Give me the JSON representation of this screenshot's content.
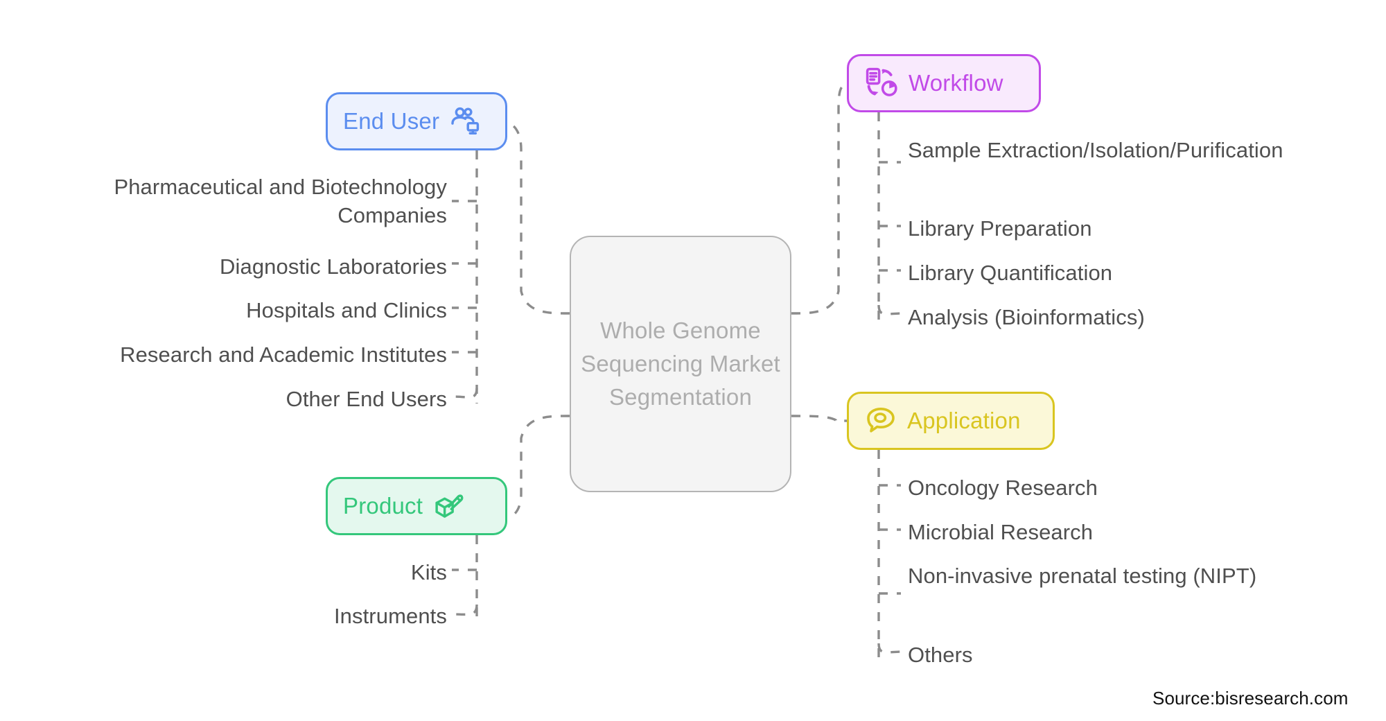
{
  "diagram": {
    "type": "mind-map",
    "title": "Whole Genome Sequencing Market Segmentation",
    "center": {
      "label": "Whole Genome Sequencing Market Segmentation",
      "fill": "#f4f4f4",
      "border": "#b4b4b4",
      "text_color": "#adadad"
    },
    "branches": [
      {
        "id": "end-user",
        "label": "End User",
        "icon": "users-monitor-icon",
        "color": "#5b8def",
        "fill": "#edf2fe",
        "position": "top-left",
        "leaves": [
          "Pharmaceutical and Biotechnology Companies",
          "Diagnostic Laboratories",
          "Hospitals and Clinics",
          "Research and Academic Institutes",
          "Other End Users"
        ]
      },
      {
        "id": "product",
        "label": "Product",
        "icon": "box-pen-icon",
        "color": "#34c77b",
        "fill": "#e4f8ee",
        "position": "bottom-left",
        "leaves": [
          "Kits",
          "Instruments"
        ]
      },
      {
        "id": "workflow",
        "label": "Workflow",
        "icon": "document-chart-cycle-icon",
        "color": "#c14ae8",
        "fill": "#f9eafd",
        "position": "top-right",
        "leaves": [
          "Sample Extraction/Isolation/Purification",
          "Library Preparation",
          "Library Quantification",
          "Analysis (Bioinformatics)"
        ]
      },
      {
        "id": "application",
        "label": "Application",
        "icon": "speech-bubble-icon",
        "color": "#d9c520",
        "fill": "#fbf8d8",
        "position": "bottom-right",
        "leaves": [
          "Oncology Research",
          "Microbial Research",
          "Non-invasive prenatal testing (NIPT)",
          "Others"
        ]
      }
    ],
    "connector": {
      "style": "dashed",
      "color": "#8c8c8c"
    },
    "source": "Source:bisresearch.com"
  }
}
